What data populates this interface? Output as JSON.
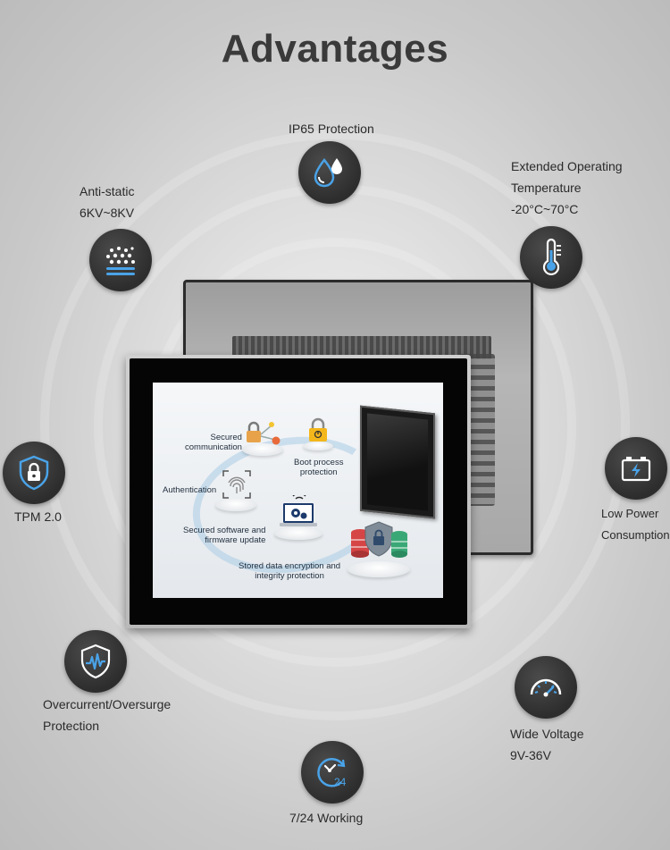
{
  "page": {
    "title": "Advantages"
  },
  "features": {
    "ip65": {
      "icon": "water-drops-icon",
      "lines": [
        "IP65 Protection"
      ]
    },
    "anti_static": {
      "icon": "static-dots-icon",
      "lines": [
        "Anti-static",
        "6KV~8KV"
      ]
    },
    "temperature": {
      "icon": "thermometer-icon",
      "lines": [
        "Extended Operating",
        "Temperature",
        "-20°C~70°C"
      ]
    },
    "tpm": {
      "icon": "shield-lock-icon",
      "lines": [
        "TPM 2.0"
      ]
    },
    "low_power": {
      "icon": "battery-icon",
      "lines": [
        "Low Power",
        "Consumption"
      ]
    },
    "overcurrent": {
      "icon": "shield-wave-icon",
      "lines": [
        "Overcurrent/Oversurge",
        "Protection"
      ]
    },
    "wide_voltage": {
      "icon": "gauge-icon",
      "lines": [
        "Wide Voltage",
        "9V-36V"
      ]
    },
    "working_24_7": {
      "icon": "clock-24-icon",
      "lines": [
        "7/24 Working"
      ],
      "badge": "24"
    }
  },
  "screen": {
    "secured_communication": [
      "Secured",
      "communication"
    ],
    "boot_process": [
      "Boot process",
      "protection"
    ],
    "authentication": [
      "Authentication"
    ],
    "secured_software": [
      "Secured software and",
      "firmware update"
    ],
    "stored_data": [
      "Stored data encryption and",
      "integrity protection"
    ]
  },
  "colors": {
    "icon_bg": "#333333",
    "icon_accent": "#4aa3e8",
    "title": "#3a3a3a"
  }
}
